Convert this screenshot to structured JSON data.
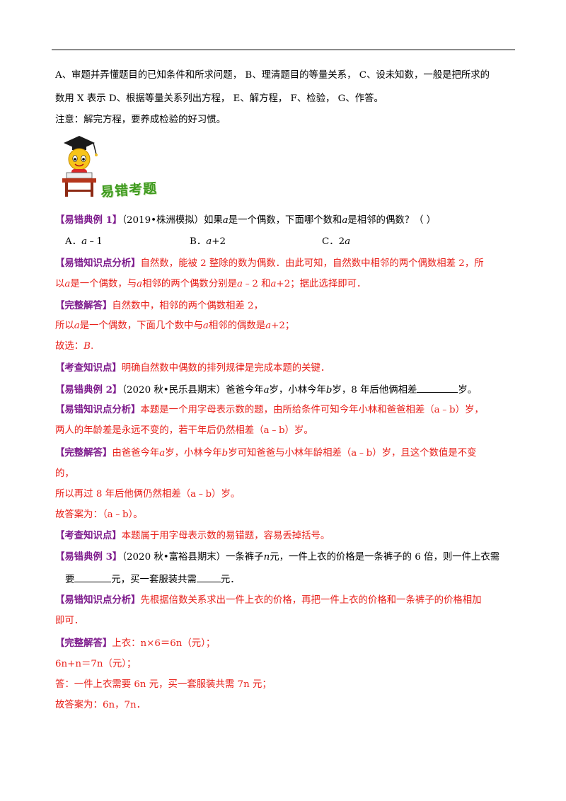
{
  "intro": {
    "l1": "A、审题并弄懂题目的已知条件和所求问题， B、理清题目的等量关系， C、设未知数，一般是把所求的",
    "l2": "数用 X  表示 D、根据等量关系列出方程， E、解方程， F、检验， G、作答。",
    "l3": "注意：解完方程，要养成检验的好习惯。"
  },
  "section_title": "易错考题",
  "tags": {
    "ex1": "【易错典例 1】",
    "ex2": "【易错典例 2】",
    "ex3": "【易错典例 3】",
    "analysis": "【易错知识点分析】",
    "answer": "【完整解答】",
    "point": "【考查知识点】"
  },
  "ex1": {
    "q_a": "（2019•株洲模拟）如果",
    "q_var1": "a",
    "q_b": "是一个偶数，下面哪个数和",
    "q_var2": "a",
    "q_c": "是相邻的偶数？（        ）",
    "opt_a_label": "A．",
    "opt_a": "a",
    "opt_a_rest": "﹣1",
    "opt_b_label": "B．",
    "opt_b": "a",
    "opt_b_rest": "+2",
    "opt_c_label": "C．2",
    "opt_c": "a",
    "analysis_1": "自然数，能被 2 整除的数为偶数．由此可知，自然数中相邻的两个偶数相差 2，所",
    "analysis_2a": "以",
    "analysis_2v1": "a",
    "analysis_2b": "是一个偶数，与",
    "analysis_2v2": "a",
    "analysis_2c": "相邻的两个偶数分别是",
    "analysis_2v3": "a",
    "analysis_2d": "﹣2 和",
    "analysis_2v4": "a",
    "analysis_2e": "+2；据此选择即可．",
    "answer_1": "自然数中，相邻的两个偶数相差 2，",
    "answer_2a": "所以",
    "answer_2v1": "a",
    "answer_2b": "是一个偶数，下面几个数中与",
    "answer_2v2": "a",
    "answer_2c": "相邻的偶数是",
    "answer_2v3": "a",
    "answer_2d": "+2；",
    "answer_3": "故选：",
    "answer_3v": "B",
    "answer_3e": ".",
    "point": "明确自然数中偶数的排列规律是完成本题的关键．"
  },
  "ex2": {
    "q_a": "（2020 秋•民乐县期末）爸爸今年",
    "q_v1": "a",
    "q_b": "岁，小林今年",
    "q_v2": "b",
    "q_c": "岁，8 年后他俩相差",
    "q_d": "岁。",
    "analysis_1": "本题是一个用字母表示数的题，由所给条件可知今年小林和爸爸相差（a﹣b）岁，",
    "analysis_2": "两人的年龄差是永远不变的，若干年后仍然相差（a﹣b）岁。",
    "answer_1a": "由爸爸今年",
    "answer_1v1": "a",
    "answer_1b": "岁，小林今年",
    "answer_1v2": "b",
    "answer_1c": "岁可知爸爸与小林年龄相差（a﹣b）岁，且这个数值是不变",
    "answer_2": "的，",
    "answer_3": "所以再过 8 年后他俩仍然相差（a﹣b）岁。",
    "answer_4": "故答案为：（a﹣b）。",
    "point": "本题属于用字母表示数的易错题，容易丢掉括号。"
  },
  "ex3": {
    "q_a": "（2020 秋•富裕县期末）一条裤子",
    "q_v1": "n",
    "q_b": "元，一件上衣的价格是一条裤子的 6 倍，则一件上衣需",
    "q2_a": "要",
    "q2_b": "元，买一套服装共需",
    "q2_c": "元．",
    "analysis_1": "先根据倍数关系求出一件上衣的价格，再把一件上衣的价格和一条裤子的价格相加",
    "analysis_2": "即可．",
    "answer_1": "上衣：n×6＝6n（元）；",
    "answer_2": "6n+n＝7n（元）；",
    "answer_3": "答：一件上衣需要 6n 元，买一套服装共需 7n 元；",
    "answer_4": "故答案为：6n，7n．"
  }
}
